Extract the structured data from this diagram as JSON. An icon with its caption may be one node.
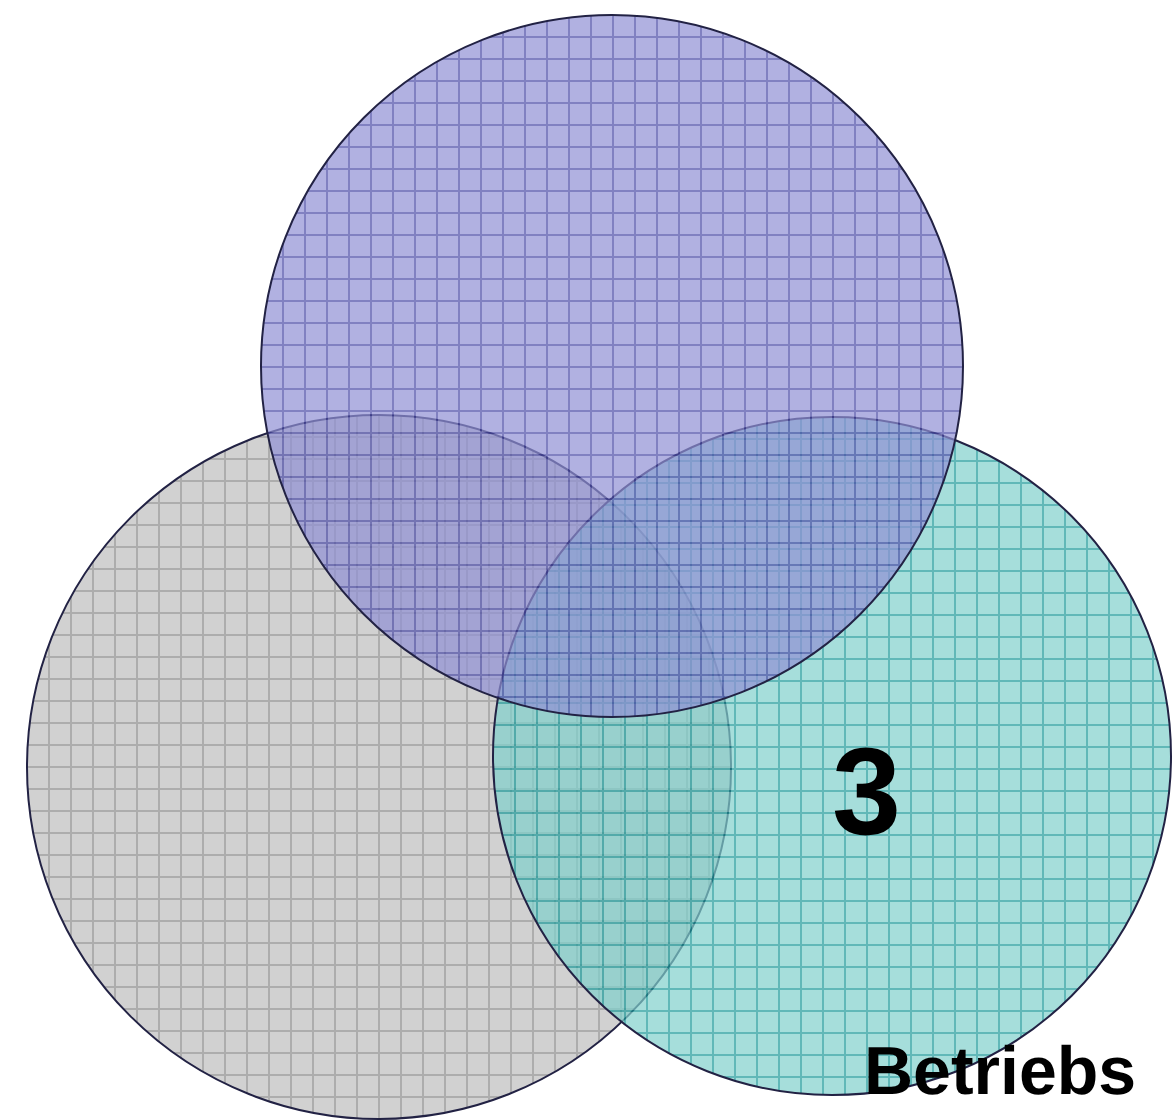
{
  "diagram": {
    "nodes": [
      {
        "text": [],
        "shape": "circle"
      },
      {
        "text": [],
        "shape": "circle"
      },
      {
        "text": [
          "3"
        ]
      }
    ],
    "labels": [
      "Betriebs"
    ]
  }
}
